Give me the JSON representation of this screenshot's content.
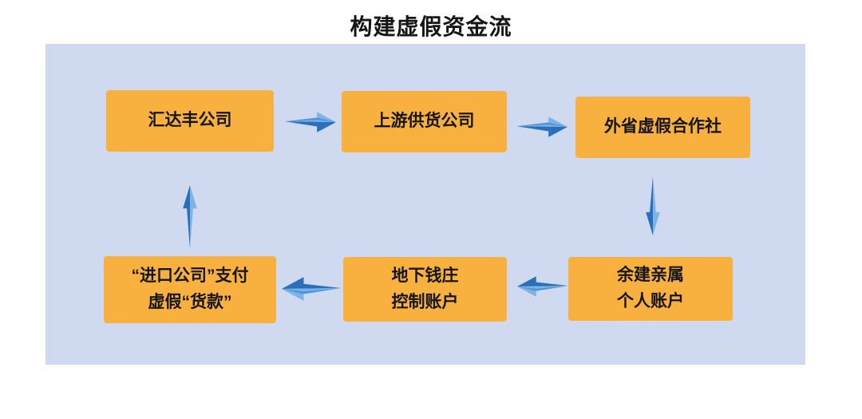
{
  "title": "构建虚假资金流",
  "colors": {
    "canvas_bg": "#ffffff",
    "panel_bg": "#cfd9ef",
    "node_fill": "#f8b13e",
    "node_text": "#151515",
    "arrow_light": "#7db4e6",
    "arrow_dark": "#2a6fb8"
  },
  "diagram": {
    "nodes": [
      {
        "line1": "汇达丰公司"
      },
      {
        "line1": "上游供货公司"
      },
      {
        "line1": "外省虚假合作社"
      },
      {
        "line1": "余建亲属",
        "line2": "个人账户"
      },
      {
        "line1": "地下钱庄",
        "line2": "控制账户"
      },
      {
        "line1": "“进口公司”支付",
        "line2": "虚假“货款”"
      }
    ],
    "edges": [
      {
        "from": "汇达丰公司",
        "to": "上游供货公司",
        "direction": "right"
      },
      {
        "from": "上游供货公司",
        "to": "外省虚假合作社",
        "direction": "right"
      },
      {
        "from": "外省虚假合作社",
        "to": "余建亲属个人账户",
        "direction": "down"
      },
      {
        "from": "余建亲属个人账户",
        "to": "地下钱庄控制账户",
        "direction": "left"
      },
      {
        "from": "地下钱庄控制账户",
        "to": "“进口公司”支付虚假“货款”",
        "direction": "left"
      },
      {
        "from": "“进口公司”支付虚假“货款”",
        "to": "汇达丰公司",
        "direction": "up"
      }
    ]
  }
}
